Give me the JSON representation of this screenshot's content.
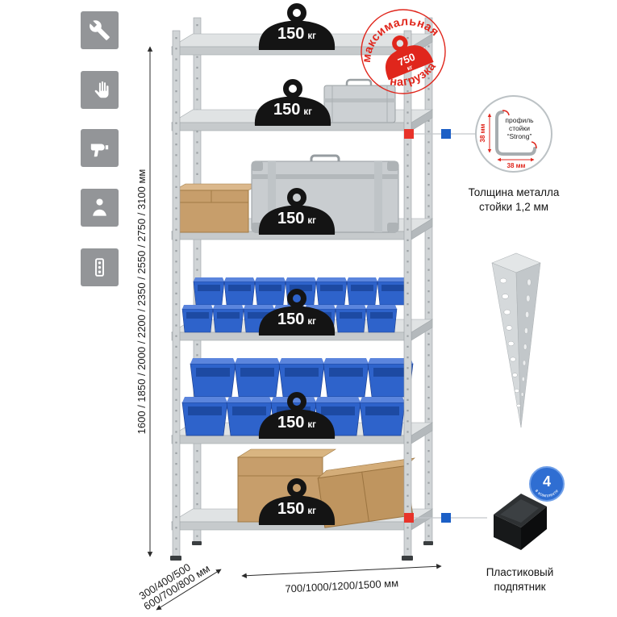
{
  "colors": {
    "accent_red": "#e0261c",
    "accent_blue": "#1c5fc6",
    "tile_gray": "#939598",
    "bin_blue": "#2e63cb",
    "cardboard": "#c79e6b",
    "metal_gray": "#d0d4d6"
  },
  "left_icons": [
    {
      "name": "wrench"
    },
    {
      "name": "glove"
    },
    {
      "name": "drill"
    },
    {
      "name": "person"
    },
    {
      "name": "perforated-post"
    }
  ],
  "dimensions": {
    "height": "1600 / 1850 / 2000 / 2200 / 2350 / 2550 / 2750 / 3100 мм",
    "width": "700/1000/1200/1500 мм",
    "depth_line1": "300/400/500",
    "depth_line2": "600/700/800 мм"
  },
  "shelves": [
    {
      "load_value": "150",
      "load_unit": "кг"
    },
    {
      "load_value": "150",
      "load_unit": "кг"
    },
    {
      "load_value": "150",
      "load_unit": "кг"
    },
    {
      "load_value": "150",
      "load_unit": "кг"
    },
    {
      "load_value": "150",
      "load_unit": "кг"
    },
    {
      "load_value": "150",
      "load_unit": "кг"
    }
  ],
  "max_load_stamp": {
    "arc_top": "максимальная",
    "arc_bottom": "нагрузка",
    "value": "750",
    "unit": "кг"
  },
  "profile_callout": {
    "dim_vertical": "38 мм",
    "dim_horizontal": "38 мм",
    "line1": "профиль",
    "line2": "стойки",
    "line3": "“Strong”",
    "caption_line1": "Толщина металла",
    "caption_line2": "стойки 1,2 мм"
  },
  "foot_callout": {
    "badge_value": "4",
    "badge_text": "в комплекте",
    "caption_line1": "Пластиковый",
    "caption_line2": "подпятник"
  }
}
